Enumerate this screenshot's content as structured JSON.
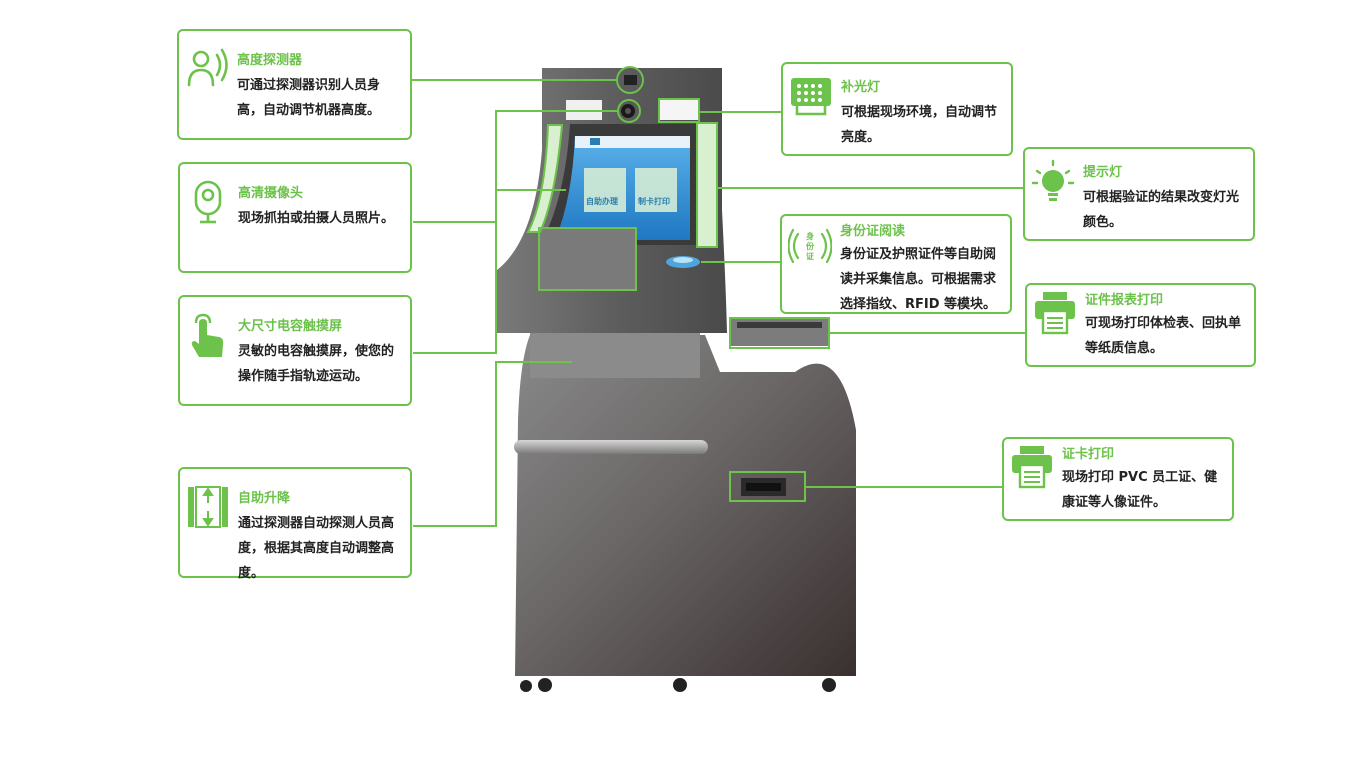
{
  "colors": {
    "accent": "#6cc24a",
    "text": "#222222",
    "cabinet": "#6a6a6a",
    "screen": "#2f8fd6"
  },
  "features": {
    "height_detector": {
      "title": "高度探测器",
      "desc": "可通过探测器识别人员身高，自动调节机器高度。",
      "icon": "person-signal-icon"
    },
    "camera": {
      "title": "高清摄像头",
      "desc": "现场抓拍或拍摄人员照片。",
      "icon": "camera-icon"
    },
    "touchscreen": {
      "title": "大尺寸电容触摸屏",
      "desc": "灵敏的电容触摸屏，使您的操作随手指轨迹运动。",
      "icon": "touch-hand-icon"
    },
    "lift": {
      "title": "自助升降",
      "desc": "通过探测器自动探测人员高度，根据其高度自动调整高度。",
      "icon": "lift-icon"
    },
    "fill_light": {
      "title": "补光灯",
      "desc": "可根据现场环境，自动调节亮度。",
      "icon": "light-panel-icon"
    },
    "indicator_light": {
      "title": "提示灯",
      "desc": "可根据验证的结果改变灯光颜色。",
      "icon": "bulb-icon"
    },
    "id_reader": {
      "title": "身份证阅读",
      "desc": "身份证及护照证件等自助阅读并采集信息。可根据需求选择指纹、RFID 等模块。",
      "icon": "id-card-reader-icon",
      "icon_text": "身份证"
    },
    "report_printer": {
      "title": "证件报表打印",
      "desc": "可现场打印体检表、回执单等纸质信息。",
      "icon": "printer-icon"
    },
    "card_printer": {
      "title": "证卡打印",
      "desc": "现场打印 PVC 员工证、健康证等人像证件。",
      "icon": "card-printer-icon"
    }
  },
  "screen": {
    "btn_self_service": "自助办理",
    "btn_card_print": "制卡打印"
  }
}
